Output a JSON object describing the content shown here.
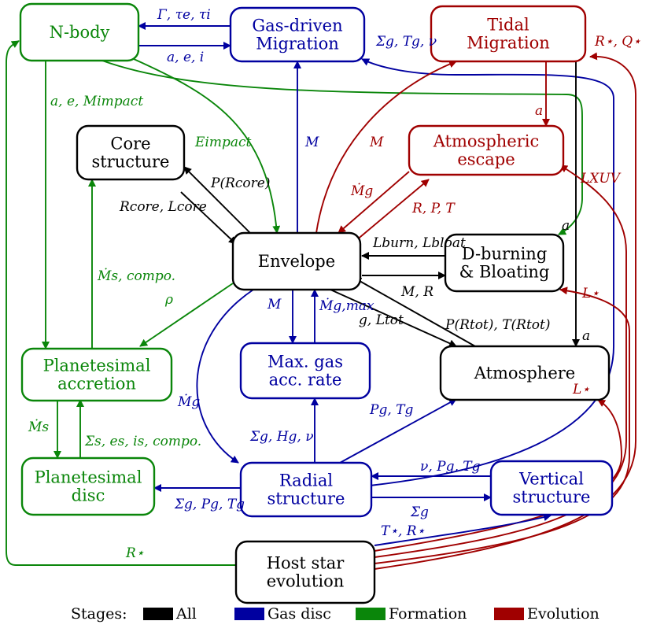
{
  "colors": {
    "all": "#000000",
    "gas": "#0000a0",
    "formation": "#0a860a",
    "evolution": "#a00000"
  },
  "nodes": {
    "nbody": [
      "N-body"
    ],
    "gasmig": [
      "Gas-driven",
      "Migration"
    ],
    "tidal": [
      "Tidal",
      "Migration"
    ],
    "core": [
      "Core",
      "structure"
    ],
    "atmesc": [
      "Atmospheric",
      "escape"
    ],
    "envelope": [
      "Envelope"
    ],
    "dburn": [
      "D-burning",
      "& Bloating"
    ],
    "planacc": [
      "Planetesimal",
      "accretion"
    ],
    "maxgas": [
      "Max. gas",
      "acc. rate"
    ],
    "atmosphere": [
      "Atmosphere"
    ],
    "pldisc": [
      "Planetesimal",
      "disc"
    ],
    "radial": [
      "Radial",
      "structure"
    ],
    "vertical": [
      "Vertical",
      "structure"
    ],
    "host": [
      "Host star",
      "evolution"
    ]
  },
  "edge_labels": {
    "gasmig_to_nbody": "Γ, τe, τi",
    "nbody_to_gasmig": "a, e, i",
    "radial_to_gasmig": "Σg, Tg, ν",
    "host_to_tidal": "R⋆, Q⋆",
    "nbody_to_planacc": "a, e, Mimpact",
    "nbody_to_envelope": "Eimpact",
    "envelope_to_gasmig": "M",
    "envelope_to_tidal": "M",
    "tidal_to_atmesc": "a",
    "host_to_atmesc": "LXUV",
    "envelope_to_core": "P(Rcore)",
    "core_to_envelope": "Rcore, Lcore",
    "atmesc_to_envelope": "Ṁg",
    "envelope_to_atmesc": "R, P, T",
    "tidal_to_dburn": "a",
    "dburn_to_envelope": "Lburn, Lbloat",
    "envelope_to_dburn": "M, R",
    "planacc_to_core": "Ṁs, compo.",
    "envelope_to_planacc": "ρ",
    "envelope_to_maxgas": "M",
    "maxgas_to_envelope": "Ṁg,max",
    "atmosphere_to_envelope": "g, Ltot",
    "envelope_to_atmosphere": "P(Rtot), T(Rtot)",
    "tidal_to_atmosphere": "a",
    "host_to_dburn": "L⋆",
    "host_to_atmosphere": "L⋆",
    "envelope_to_radial": "Ṁg",
    "planacc_to_pldisc": "Ṁs",
    "pldisc_to_planacc": "Σs, es, is, compo.",
    "radial_to_maxgas": "Σg, Hg, ν",
    "radial_to_atmosphere": "Pg, Tg",
    "radial_to_pldisc": "Σg, Pg, Tg",
    "vertical_to_radial": "ν, Pg, Tg",
    "radial_to_vertical": "Σg",
    "host_to_vertical": "T⋆, R⋆",
    "host_to_nbody": "R⋆"
  },
  "legend": {
    "title": "Stages:",
    "items": [
      "All",
      "Gas disc",
      "Formation",
      "Evolution"
    ]
  }
}
